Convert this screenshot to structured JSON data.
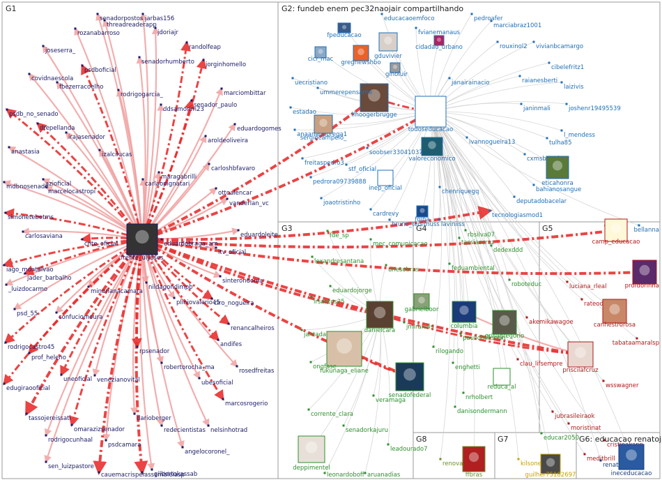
{
  "title": "",
  "colors": {
    "g1": "#1a1a66",
    "g2": "#1f6fb5",
    "g3": "#2d8f2d",
    "g5": "#b01818",
    "g6": "#1a3c7a",
    "g7": "#c8a000",
    "g8": "#6b8e23",
    "edge_strong": "#e83030",
    "edge_light": "#f0a0a0",
    "edge_gray": "#cccccc"
  },
  "groups": [
    {
      "id": "G1",
      "label": "G1"
    },
    {
      "id": "G2",
      "label": "G2: fundeb enem pec32naojair compartilhando"
    },
    {
      "id": "G3",
      "label": "G3"
    },
    {
      "id": "G4",
      "label": "G4"
    },
    {
      "id": "G5",
      "label": "G5"
    },
    {
      "id": "G6",
      "label": "G6: educacao renatojanine"
    },
    {
      "id": "G7",
      "label": "G7"
    },
    {
      "id": "G8",
      "label": "G8"
    }
  ],
  "nodes": [
    {
      "id": "frente_ulysses",
      "label": "frente_ulysses",
      "group": "g1",
      "image": true
    },
    {
      "id": "senadorpostos",
      "label": "senadorpostos",
      "group": "g1"
    },
    {
      "id": "jarbas156",
      "label": "jarbas156",
      "group": "g1"
    },
    {
      "id": "threadreaderapp",
      "label": "threadreaderapp",
      "group": "g1"
    },
    {
      "id": "rozanabarroso",
      "label": "rozanabarroso",
      "group": "g1"
    },
    {
      "id": "jdoriajr",
      "label": "jdoriajr",
      "group": "g1"
    },
    {
      "id": "joseserra_",
      "label": "joseserra_",
      "group": "g1"
    },
    {
      "id": "randolfeap",
      "label": "randolfeap",
      "group": "g1"
    },
    {
      "id": "psdboficial",
      "label": "psdboficial",
      "group": "g1"
    },
    {
      "id": "senadorhumberto",
      "label": "senadorhumberto",
      "group": "g1"
    },
    {
      "id": "jorginhomello",
      "label": "jorginhomello",
      "group": "g1"
    },
    {
      "id": "covidnaescola",
      "label": "covidnaescola",
      "group": "g1"
    },
    {
      "id": "fbezerracoelho",
      "label": "fbezerracoelho",
      "group": "g1"
    },
    {
      "id": "rodrigogarcia_",
      "label": "rodrigogarcia_",
      "group": "g1"
    },
    {
      "id": "marciombittar",
      "label": "marciombittar",
      "group": "g1"
    },
    {
      "id": "ddsamorim23",
      "label": "ddsamorim23",
      "group": "g1"
    },
    {
      "id": "senador_paulo",
      "label": "senador_paulo",
      "group": "g1"
    },
    {
      "id": "psdb_no_senado",
      "label": "psdb_no_senado",
      "group": "g1"
    },
    {
      "id": "drepellanda",
      "label": "drepellanda",
      "group": "g1"
    },
    {
      "id": "irajasenador",
      "label": "irajasenador",
      "group": "g1"
    },
    {
      "id": "eduardogomes",
      "label": "eduardogomes",
      "group": "g1"
    },
    {
      "id": "anastasia",
      "label": "anastasia",
      "group": "g1"
    },
    {
      "id": "aroldeoliveira",
      "label": "aroldeoliveira",
      "group": "g1"
    },
    {
      "id": "izalcilucas",
      "label": "izalcilucas",
      "group": "g1"
    },
    {
      "id": "carloshbfavaro",
      "label": "carloshbfavaro",
      "group": "g1"
    },
    {
      "id": "mdbnosenado",
      "label": "mdbnosenado",
      "group": "g1"
    },
    {
      "id": "azioficial",
      "label": "azioficial",
      "group": "g1"
    },
    {
      "id": "maragabrilli",
      "label": "maragabrilli",
      "group": "g1"
    },
    {
      "id": "marcelocastropi",
      "label": "marcelocastropi",
      "group": "g1"
    },
    {
      "id": "carlaopignatari",
      "label": "carlaopignatari",
      "group": "g1"
    },
    {
      "id": "ottoalencar",
      "label": "ottoalencar",
      "group": "g1"
    },
    {
      "id": "vanderlan_vc",
      "label": "vanderlan_vc",
      "group": "g1"
    },
    {
      "id": "simonetebetms",
      "label": "simonetebetms",
      "group": "g1"
    },
    {
      "id": "carlosaviana",
      "label": "carlosaviana",
      "group": "g1"
    },
    {
      "id": "eduardoleite",
      "label": "eduardoleite",
      "group": "g1"
    },
    {
      "id": "cnte_oficial",
      "label": "cnte_oficial",
      "group": "g1"
    },
    {
      "id": "eduardobraga_am",
      "label": "eduardobraga_am",
      "group": "g1"
    },
    {
      "id": "iago_montalvao",
      "label": "iago_montalvao",
      "group": "g1"
    },
    {
      "id": "itv_oficial",
      "label": "itv_oficial",
      "group": "g1"
    },
    {
      "id": "jader_barbalho",
      "label": "jader_barbalho",
      "group": "g1"
    },
    {
      "id": "_luizdocarmo",
      "label": "_luizdocarmo",
      "group": "g1"
    },
    {
      "id": "nildagondimpb",
      "label": "nildagondimpb",
      "group": "g1"
    },
    {
      "id": "sinterondonia",
      "label": "sinterondonia",
      "group": "g1"
    },
    {
      "id": "minorianacamara",
      "label": "minorianacamara",
      "group": "g1"
    },
    {
      "id": "psd_55",
      "label": "psd_55",
      "group": "g1"
    },
    {
      "id": "plinio",
      "label": "pliniovalerio45",
      "group": "g1"
    },
    {
      "id": "ciro_nogueira",
      "label": "ciro_nogueira",
      "group": "g1"
    },
    {
      "id": "confuciomoura",
      "label": "confuciomoura",
      "group": "g1"
    },
    {
      "id": "renancalheiros",
      "label": "renancalheiros",
      "group": "g1"
    },
    {
      "id": "andifes",
      "label": "andifes",
      "group": "g1"
    },
    {
      "id": "rodrigocastro45",
      "label": "rodrigocastro45",
      "group": "g1"
    },
    {
      "id": "prof_heleno",
      "label": "prof_heleno",
      "group": "g1"
    },
    {
      "id": "rpsenador",
      "label": "rpsenador",
      "group": "g1"
    },
    {
      "id": "edugiraooficial",
      "label": "edugiraooficial",
      "group": "g1"
    },
    {
      "id": "uneoficial",
      "label": "uneoficial",
      "group": "g1"
    },
    {
      "id": "robertorocha_ma",
      "label": "robertorocha_ma",
      "group": "g1"
    },
    {
      "id": "rosedfreitas",
      "label": "rosedfreitas",
      "group": "g1"
    },
    {
      "id": "venezianovital",
      "label": "venezianovital",
      "group": "g1"
    },
    {
      "id": "ubesoficial",
      "label": "ubesoficial",
      "group": "g1"
    },
    {
      "id": "tassojereissati",
      "label": "tassojereissati",
      "group": "g1"
    },
    {
      "id": "dariob",
      "label": "darioberger",
      "group": "g1"
    },
    {
      "id": "marcosrogerio",
      "label": "marcosrogerio",
      "group": "g1"
    },
    {
      "id": "omarazizsenador",
      "label": "omarazizsenador",
      "group": "g1"
    },
    {
      "id": "redecientistas",
      "label": "redecientistas",
      "group": "g1"
    },
    {
      "id": "nelsinhotrad",
      "label": "nelsinhotrad",
      "group": "g1"
    },
    {
      "id": "rodrigocunhaal",
      "label": "rodrigocunhaal",
      "group": "g1"
    },
    {
      "id": "psdcamara",
      "label": "psdcamara",
      "group": "g1"
    },
    {
      "id": "angelocoronel_",
      "label": "angelocoronel_",
      "group": "g1"
    },
    {
      "id": "sen_luizpastore",
      "label": "sen_luizpastore",
      "group": "g1"
    },
    {
      "id": "gilbertokassab",
      "label": "gilbertokassab",
      "group": "g1"
    },
    {
      "id": "cauemacrispel",
      "label": "cauemacrisper",
      "group": "g1"
    },
    {
      "id": "assembleiasp",
      "label": "assembleiasp",
      "group": "g1"
    },
    {
      "id": "todoseducacao",
      "label": "todoseducacao",
      "group": "g2",
      "image": true
    },
    {
      "id": "lfhoogerbrugge",
      "label": "lfhoogerbrugge",
      "group": "g2",
      "image": true
    },
    {
      "id": "fpeducacao",
      "label": "fpeducacao",
      "group": "g2",
      "image": true
    },
    {
      "id": "educacaoemfoco",
      "label": "educacaoemfoco",
      "group": "g2"
    },
    {
      "id": "pedroafer",
      "label": "pedroafer",
      "group": "g2"
    },
    {
      "id": "marciabraz1001",
      "label": "marciabraz1001",
      "group": "g2"
    },
    {
      "id": "fvianemanaus",
      "label": "fvianemanaus",
      "group": "g2"
    },
    {
      "id": "cidadao_urbano",
      "label": "cidadao_urbano",
      "group": "g2",
      "image": true
    },
    {
      "id": "gduvivier",
      "label": "gduvivier",
      "group": "g2",
      "image": true
    },
    {
      "id": "rouxinol2",
      "label": "rouxinol2",
      "group": "g2"
    },
    {
      "id": "vivianbcamargo",
      "label": "vivianbcamargo",
      "group": "g2"
    },
    {
      "id": "cici_mac",
      "label": "cici_mac",
      "group": "g2",
      "image": true
    },
    {
      "id": "gregnewshbo",
      "label": "gregnewshbo",
      "group": "g2",
      "image": true
    },
    {
      "id": "ginoluir",
      "label": "ginoluir",
      "group": "g2",
      "image": true
    },
    {
      "id": "cibelefritz1",
      "label": "cibelefritz1",
      "group": "g2"
    },
    {
      "id": "janairainacio",
      "label": "janairainacio",
      "group": "g2"
    },
    {
      "id": "raianesberti",
      "label": "raianesberti",
      "group": "g2"
    },
    {
      "id": "uecristiano",
      "label": "uecristiano",
      "group": "g2"
    },
    {
      "id": "ummerepensante",
      "label": "ummerepensante",
      "group": "g2"
    },
    {
      "id": "laizivis",
      "label": "laizivis",
      "group": "g2"
    },
    {
      "id": "estadao",
      "label": "estadao",
      "group": "g2"
    },
    {
      "id": "janinmali",
      "label": "janinmali",
      "group": "g2"
    },
    {
      "id": "joshenr19495539",
      "label": "joshenr19495539",
      "group": "g2"
    },
    {
      "id": "anaananobrega1",
      "label": "anaananobrega1",
      "group": "g2"
    },
    {
      "id": "sergiocampelo_",
      "label": "sergiocampelo_",
      "group": "g2",
      "image": true
    },
    {
      "id": "ivannogueira13",
      "label": "ivannogueira13",
      "group": "g2"
    },
    {
      "id": "l_mendess",
      "label": "l_mendess",
      "group": "g2"
    },
    {
      "id": "tulha85",
      "label": "tulha85",
      "group": "g2"
    },
    {
      "id": "soobser33041037",
      "label": "soobser33041037",
      "group": "g2"
    },
    {
      "id": "freitaspedro3",
      "label": "freitaspedro3",
      "group": "g2"
    },
    {
      "id": "valoreconomico",
      "label": "valoreconomico",
      "group": "g2",
      "image": true
    },
    {
      "id": "cxmsbored",
      "label": "cxmsbored",
      "group": "g2"
    },
    {
      "id": "stf_oficial",
      "label": "stf_oficial",
      "group": "g2"
    },
    {
      "id": "eticahonra",
      "label": "eticahonra",
      "group": "g2",
      "image": true
    },
    {
      "id": "pedrora09739888",
      "label": "pedrora09739888",
      "group": "g2"
    },
    {
      "id": "inep_oficial",
      "label": "inep_oficial",
      "group": "g2",
      "image": true
    },
    {
      "id": "bahianosangue",
      "label": "bahianosangue",
      "group": "g2"
    },
    {
      "id": "chenriquegq",
      "label": "chenriquegq",
      "group": "g2"
    },
    {
      "id": "deputadobacelar",
      "label": "deputadobacelar",
      "group": "g2"
    },
    {
      "id": "joaotristinho",
      "label": "joaotristinho",
      "group": "g2"
    },
    {
      "id": "cardrevy",
      "label": "cardrevy",
      "group": "g2"
    },
    {
      "id": "folha",
      "label": "folha",
      "group": "g2",
      "image": true
    },
    {
      "id": "tecnologiasmod1",
      "label": "tecnologiasmod1",
      "group": "g2"
    },
    {
      "id": "bruno_teremuss",
      "label": "bruno_teremuss",
      "group": "g2"
    },
    {
      "id": "laviniiss",
      "label": "laviniiss",
      "group": "g2"
    },
    {
      "id": "bellanna",
      "label": "bellanna",
      "group": "g2"
    },
    {
      "id": "fde_sp",
      "label": "fde_sp",
      "group": "g3"
    },
    {
      "id": "mec_comunicacao",
      "label": "mec_comunicacao",
      "group": "g3"
    },
    {
      "id": "lexandresantana",
      "label": "lexandresantana",
      "group": "g3"
    },
    {
      "id": "unesobras",
      "label": "unesobras",
      "group": "g3"
    },
    {
      "id": "eduardojorge",
      "label": "eduardojorge",
      "group": "g3"
    },
    {
      "id": "lrsantos25",
      "label": "lrsantos25",
      "group": "g3"
    },
    {
      "id": "danielcara",
      "label": "danielcara",
      "group": "g3",
      "image": true
    },
    {
      "id": "jmirandis",
      "label": "jmirandis",
      "group": "g3"
    },
    {
      "id": "jantadadopdt",
      "label": "jantadadopdt",
      "group": "g3"
    },
    {
      "id": "fukunaga_eliane",
      "label": "fukunaga_eliane",
      "group": "g3",
      "image": true
    },
    {
      "id": "ongfase",
      "label": "ongfase",
      "group": "g3"
    },
    {
      "id": "senadofederal",
      "label": "senadofederal",
      "group": "g3",
      "image": true
    },
    {
      "id": "veramaga",
      "label": "veramaga",
      "group": "g3"
    },
    {
      "id": "corrente_clara",
      "label": "corrente_clara",
      "group": "g3"
    },
    {
      "id": "senadorkajuru",
      "label": "senadorkajuru",
      "group": "g3"
    },
    {
      "id": "leadourado7",
      "label": "leadourado7",
      "group": "g3"
    },
    {
      "id": "deppimentel",
      "label": "deppimentel",
      "group": "g3",
      "image": true
    },
    {
      "id": "leonardoboff",
      "label": "leonardoboff",
      "group": "g3"
    },
    {
      "id": "aruanadias",
      "label": "aruanadias",
      "group": "g3"
    },
    {
      "id": "rbsilva07",
      "label": "rbsilva07",
      "group": "g3"
    },
    {
      "id": "tassiascruz",
      "label": "tassiascruz",
      "group": "g3"
    },
    {
      "id": "dedexddd",
      "label": "dedexddd",
      "group": "g3"
    },
    {
      "id": "feduambiental",
      "label": "feduambiental",
      "group": "g3"
    },
    {
      "id": "roboteduc",
      "label": "roboteduc",
      "group": "g3"
    },
    {
      "id": "gabrielboor",
      "label": "gabrielboor",
      "group": "g3",
      "image": true
    },
    {
      "id": "columbia",
      "label": "columbia",
      "group": "g3",
      "image": true
    },
    {
      "id": "paulloblikstein",
      "label": "paulloblikstein",
      "group": "g3"
    },
    {
      "id": "grisagregorio",
      "label": "grisagregorio",
      "group": "g3",
      "image": true
    },
    {
      "id": "rilogando",
      "label": "rilogando",
      "group": "g3"
    },
    {
      "id": "enghetti",
      "label": "enghetti",
      "group": "g3"
    },
    {
      "id": "reduca_al",
      "label": "reduca_al",
      "group": "g3",
      "image": true
    },
    {
      "id": "nrholbert",
      "label": "nrholbert",
      "group": "g3"
    },
    {
      "id": "danisondermann",
      "label": "danisondermann",
      "group": "g3"
    },
    {
      "id": "educar2050",
      "label": "educar2050",
      "group": "g3"
    },
    {
      "id": "camp_educacao",
      "label": "camp_educacao",
      "group": "g5",
      "image": true
    },
    {
      "id": "profdorinha",
      "label": "profdorinha",
      "group": "g5",
      "image": true
    },
    {
      "id": "luciana_rleal",
      "label": "luciana_rleal",
      "group": "g5"
    },
    {
      "id": "rateodoro",
      "label": "rateodoro",
      "group": "g5"
    },
    {
      "id": "canhestrorosa",
      "label": "canhestrorosa",
      "group": "g5",
      "image": true
    },
    {
      "id": "akemikawagoe",
      "label": "akemikawagoe",
      "group": "g5"
    },
    {
      "id": "tabataamaralsp",
      "label": "tabataamaralsp",
      "group": "g5"
    },
    {
      "id": "clau_lifsempre",
      "label": "clau_lifsempre",
      "group": "g5"
    },
    {
      "id": "priscilafcruz",
      "label": "priscilafcruz",
      "group": "g5",
      "image": true
    },
    {
      "id": "wsswagner",
      "label": "wsswagner",
      "group": "g5"
    },
    {
      "id": "jubrasileiraok",
      "label": "jubrasileiraok",
      "group": "g5"
    },
    {
      "id": "moristinat",
      "label": "moristinat",
      "group": "g5"
    },
    {
      "id": "cristinakapp",
      "label": "cristinakapp",
      "group": "g5"
    },
    {
      "id": "meditbrill",
      "label": "meditbrill",
      "group": "g5"
    },
    {
      "id": "renovabr",
      "label": "renovabr",
      "group": "g8"
    },
    {
      "id": "ffbras",
      "label": "ffbras",
      "group": "g8",
      "image": true
    },
    {
      "id": "kilsonelaine",
      "label": "kilsonelaine",
      "group": "g7"
    },
    {
      "id": "guilher75182697",
      "label": "guilher75182697",
      "group": "g7",
      "image": true
    },
    {
      "id": "renatojanine",
      "label": "renatojanine",
      "group": "g6"
    },
    {
      "id": "ineceducacao",
      "label": "ineceducacao",
      "group": "g6",
      "image": true
    }
  ]
}
